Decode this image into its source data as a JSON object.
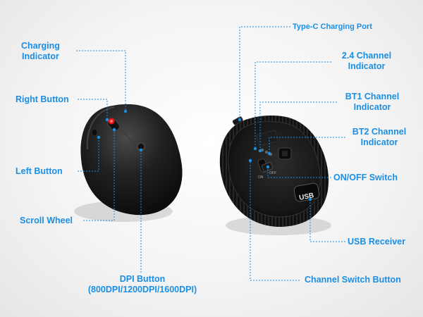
{
  "labels": {
    "charging_indicator": "Charging\nIndicator",
    "right_button": "Right Button",
    "left_button": "Left Button",
    "scroll_wheel": "Scroll Wheel",
    "dpi_button": "DPI Button\n(800DPI/1200DPI/1600DPI)",
    "type_c_port": "Type-C Charging Port",
    "channel_24": "2.4 Channel\nIndicator",
    "bt1": "BT1 Channel\nIndicator",
    "bt2": "BT2 Channel\nIndicator",
    "onoff": "ON/OFF Switch",
    "usb_receiver": "USB Receiver",
    "channel_switch": "Channel Switch Button"
  },
  "device_text": {
    "usb": "USB",
    "on": "ON",
    "off": "OFF"
  },
  "colors": {
    "accent": "#1a8fe3",
    "indicator_red": "#e01515"
  }
}
